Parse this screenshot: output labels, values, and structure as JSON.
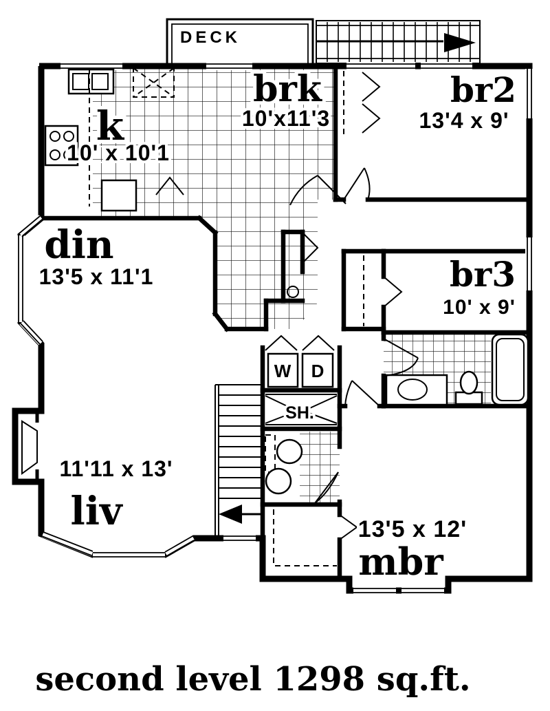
{
  "caption": "second level 1298 sq.ft.",
  "deck": {
    "label": "DECK"
  },
  "rooms": {
    "kitchen": {
      "label": "k",
      "dims": "10' x 10'1"
    },
    "breakfast": {
      "label": "brk",
      "dims": "10'x11'3"
    },
    "bedroom2": {
      "label": "br2",
      "dims": "13'4 x 9'"
    },
    "dining": {
      "label": "din",
      "dims": "13'5 x 11'1"
    },
    "bedroom3": {
      "label": "br3",
      "dims": "10' x 9'"
    },
    "living": {
      "label": "liv",
      "dims": "11'11 x 13'"
    },
    "master": {
      "label": "mbr",
      "dims": "13'5 x 12'"
    }
  },
  "fixtures": {
    "washer": "W",
    "dryer": "D",
    "shower": "SH."
  },
  "colors": {
    "ink": "#000000",
    "paper": "#ffffff"
  }
}
